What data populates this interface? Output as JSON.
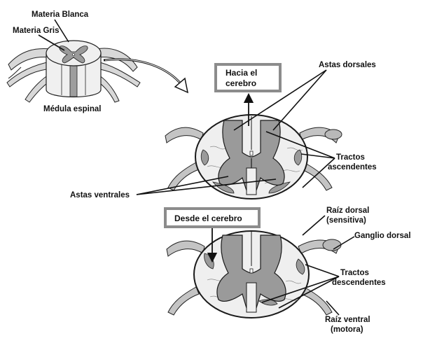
{
  "labels": {
    "materia_blanca": "Materia Blanca",
    "materia_gris": "Materia Gris",
    "medula_espinal": "Médula espinal",
    "astas_dorsales": "Astas dorsales",
    "tractos_asc_1": "Tractos",
    "tractos_asc_2": "ascendentes",
    "astas_ventrales": "Astas ventrales",
    "raiz_dorsal_1": "Raíz dorsal",
    "raiz_dorsal_2": "(sensitiva)",
    "ganglio_dorsal": "Ganglio dorsal",
    "tractos_desc_1": "Tractos",
    "tractos_desc_2": "descendentes",
    "raiz_ventral_1": "Raíz ventral",
    "raiz_ventral_2": "(motora)"
  },
  "boxes": {
    "hacia_1": "Hacia el",
    "hacia_2": "cerebro",
    "desde": "Desde el cerebro"
  },
  "colors": {
    "white_matter": "#efefef",
    "gray_matter": "#9a9a9a",
    "box_border": "#8c8c8c",
    "outline": "#1a1a1a",
    "root": "#c4c4c4"
  }
}
